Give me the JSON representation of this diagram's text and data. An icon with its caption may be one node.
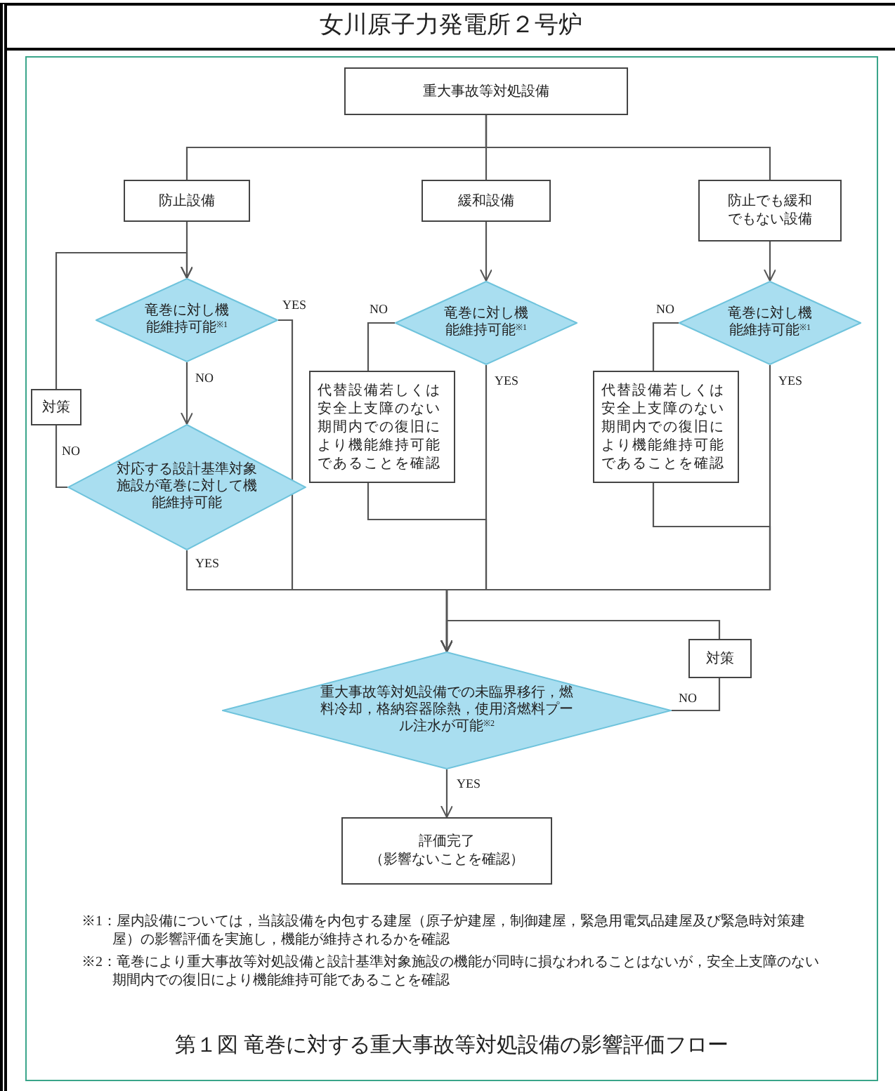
{
  "diagram": {
    "title": "女川原子力発電所２号炉",
    "caption": "第１図 竜巻に対する重大事故等対処設備の影響評価フロー",
    "nodes": [
      {
        "text": [
          "重大事故等対処設備"
        ]
      },
      {
        "text": [
          "防止設備"
        ]
      },
      {
        "text": [
          "緩和設備"
        ]
      },
      {
        "text": [
          "防止でも緩和でもない設備"
        ]
      },
      {
        "text": [
          "竜巻に対し機能維持可能$^{※1}$"
        ]
      },
      {
        "text": [
          "対策"
        ]
      },
      {
        "text": [
          "対応する設計基準対象施設が竜巻に対して機能維持可能"
        ]
      },
      {
        "text": [
          "竜巻に対し機能維持可能$^{※1}$"
        ]
      },
      {
        "text": [
          "代替設備若しくは安全上支障のない期間内での復旧により機能維持可能であることを確認"
        ]
      },
      {
        "text": [
          "竜巻に対し機能維持可能$^{※1}$"
        ]
      },
      {
        "text": [
          "代替設備若しくは安全上支障のない期間内での復旧により機能維持可能であることを確認"
        ]
      },
      {
        "text": [
          "重大事故等対処設備での未臨界移行，燃料冷却，格納容器除熱，使用済燃料プール注水が可能$^{※2}$"
        ]
      },
      {
        "text": [
          "対策"
        ]
      },
      {
        "text": [
          "評価完了",
          "（影響ないことを確認）"
        ]
      }
    ],
    "edges": [
      {
        "from": 0,
        "to": 1,
        "arrow": "none"
      },
      {
        "from": 0,
        "to": 2,
        "arrow": "none"
      },
      {
        "from": 0,
        "to": 3,
        "arrow": "none"
      },
      {
        "from": 1,
        "to": 4,
        "arrow": "to"
      },
      {
        "from": 4,
        "to": 6,
        "arrow": "to",
        "label": "NO"
      },
      {
        "from": 6,
        "to": 5,
        "arrow": "none",
        "label": "NO"
      },
      {
        "from": 5,
        "to": 4,
        "arrow": "to"
      },
      {
        "from": 4,
        "to": 11,
        "arrow": "to",
        "label": "YES"
      },
      {
        "from": 6,
        "to": 11,
        "arrow": "to",
        "label": "YES"
      },
      {
        "from": 2,
        "to": 7,
        "arrow": "to"
      },
      {
        "from": 7,
        "to": 8,
        "arrow": "none",
        "label": "NO"
      },
      {
        "from": 7,
        "to": 11,
        "arrow": "to",
        "label": "YES"
      },
      {
        "from": 8,
        "to": 11,
        "arrow": "to"
      },
      {
        "from": 3,
        "to": 9,
        "arrow": "to"
      },
      {
        "from": 9,
        "to": 10,
        "arrow": "none",
        "label": "NO"
      },
      {
        "from": 9,
        "to": 11,
        "arrow": "to",
        "label": "YES"
      },
      {
        "from": 10,
        "to": 11,
        "arrow": "to"
      },
      {
        "from": 11,
        "to": 12,
        "arrow": "none",
        "label": "NO"
      },
      {
        "from": 12,
        "to": 11,
        "arrow": "to"
      },
      {
        "from": 11,
        "to": 13,
        "arrow": "to",
        "label": "YES"
      }
    ],
    "labels": [
      "※1：屋内設備については，当該設備を内包する建屋（原子炉建屋，制御建屋，緊急用電気品建屋及び緊急時対策建屋）の影響評価を実施し，機能が維持されるかを確認",
      "※2：竜巻により重大事故等対処設備と設計基準対象施設の機能が同時に損なわれることはないが，安全上支障のない期間内での復旧により機能維持可能であることを確認"
    ]
  }
}
